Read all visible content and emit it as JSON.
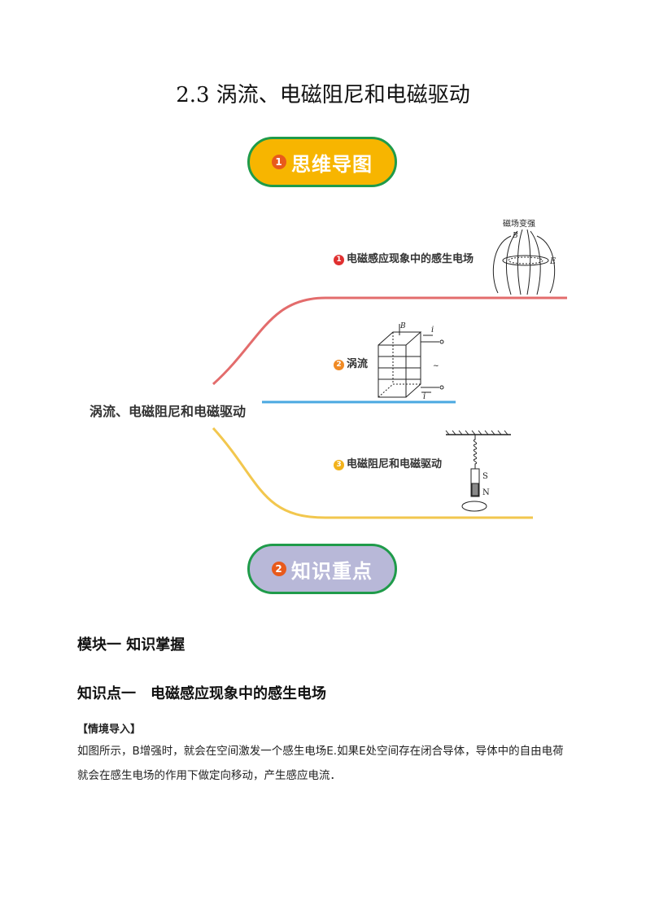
{
  "page": {
    "title": "2.3  涡流、电磁阻尼和电磁驱动"
  },
  "section_pills": [
    {
      "number": "1",
      "label": "思维导图",
      "fill": "#f7b500",
      "number_color": "#e85a1b"
    },
    {
      "number": "2",
      "label": "知识重点",
      "fill": "#b8b8d8",
      "number_color": "#e85a1b"
    }
  ],
  "mindmap": {
    "center": "涡流、电磁阻尼和电磁驱动",
    "branches": [
      {
        "number": "1",
        "label": "电磁感应现象中的感生电场",
        "color": "#e36c6c",
        "badge_color": "#e03030"
      },
      {
        "number": "2",
        "label": "涡流",
        "color": "#4aa8e0",
        "badge_color": "#f08a24"
      },
      {
        "number": "3",
        "label": "电磁阻尼和电磁驱动",
        "color": "#f2c74e",
        "badge_color": "#f2b21b"
      }
    ],
    "figure1": {
      "caption": "磁场变强",
      "b": "B",
      "e": "E"
    },
    "figure2": {
      "b": "B",
      "i_top": "i",
      "i_bottom": "i",
      "tilde": "~"
    },
    "figure3": {
      "s": "S",
      "n": "N"
    }
  },
  "module": {
    "heading": "模块一  知识掌握",
    "point_heading": "知识点一　电磁感应现象中的感生电场",
    "intro_tag": "【情境导入】",
    "intro_text": "如图所示，B增强时，就会在空间激发一个感生电场E.如果E处空间存在闭合导体，导体中的自由电荷就会在感生电场的作用下做定向移动，产生感应电流．"
  }
}
